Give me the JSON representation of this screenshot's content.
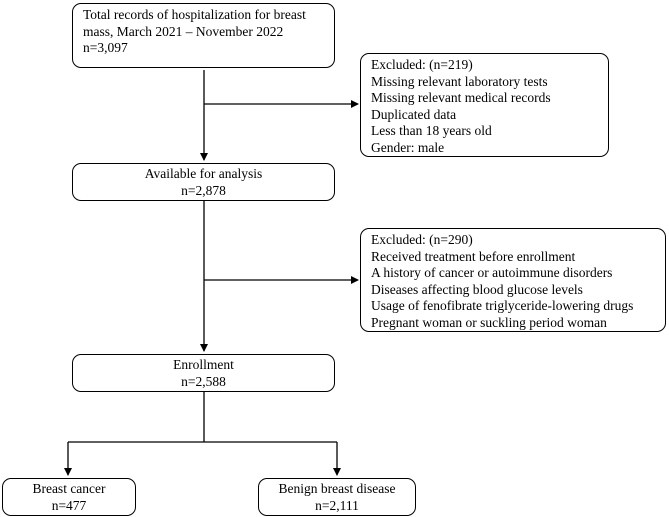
{
  "total": {
    "lines": [
      "Total records of hospitalization for breast",
      "mass, March 2021 – November 2022"
    ],
    "count": "n=3,097"
  },
  "excluded1": {
    "title": "Excluded: (n=219)",
    "reasons": [
      "Missing relevant laboratory tests",
      "Missing relevant medical records",
      "Duplicated data",
      "Less than 18 years old",
      "Gender: male"
    ]
  },
  "available": {
    "label": "Available for analysis",
    "count": "n=2,878"
  },
  "excluded2": {
    "title": "Excluded: (n=290)",
    "reasons": [
      "Received treatment before enrollment",
      "A history of cancer or autoimmune disorders",
      "Diseases affecting blood glucose levels",
      "Usage of fenofibrate triglyceride-lowering drugs",
      "Pregnant woman or suckling period woman"
    ]
  },
  "enrollment": {
    "label": "Enrollment",
    "count": "n=2,588"
  },
  "groups": [
    {
      "label": "Breast cancer",
      "count": "n=477"
    },
    {
      "label": "Benign breast disease",
      "count": "n=2,111"
    }
  ]
}
